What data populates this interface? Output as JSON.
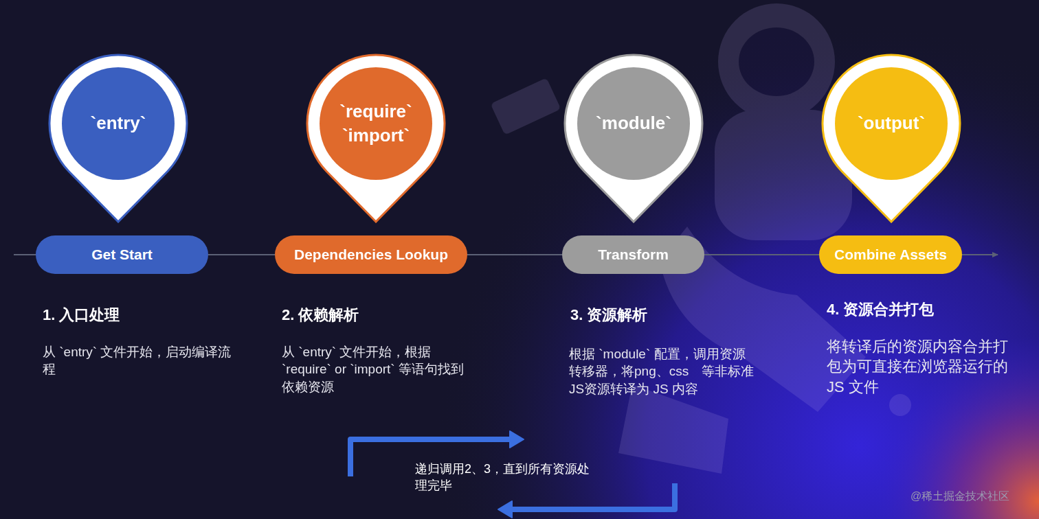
{
  "diagram": {
    "nodes": [
      {
        "text": [
          "`entry`"
        ]
      },
      {
        "text": [
          "`require` `import`"
        ]
      },
      {
        "text": [
          "`module`"
        ]
      },
      {
        "text": [
          "`output`"
        ]
      },
      {
        "text": [
          "Get Start"
        ]
      },
      {
        "text": [
          "Dependencies Lookup"
        ]
      },
      {
        "text": [
          "Transform"
        ]
      },
      {
        "text": [
          "Combine Assets"
        ]
      }
    ],
    "edges": [
      {
        "from": 4,
        "to": 5,
        "arrow": "none"
      },
      {
        "from": 5,
        "to": 6,
        "arrow": "none"
      },
      {
        "from": 6,
        "to": 7,
        "arrow": "none"
      }
    ],
    "labels": [
      "1. 入口处理",
      "从 `entry` 文件开始，启动编译流程",
      "2. 依赖解析",
      "从 `entry` 文件开始，根据 `require` or `import` 等语句找到依赖资源",
      "3. 资源解析",
      "根据 `module` 配置，调用资源转移器，将png、css　等非标准JS资源转译为 JS 内容",
      "4. 资源合并打包",
      "将转译后的资源内容合并打包为可直接在浏览器运行的 JS 文件",
      "递归调用2、3，直到所有资源处理完毕",
      "@稀土掘金技术社区"
    ]
  }
}
